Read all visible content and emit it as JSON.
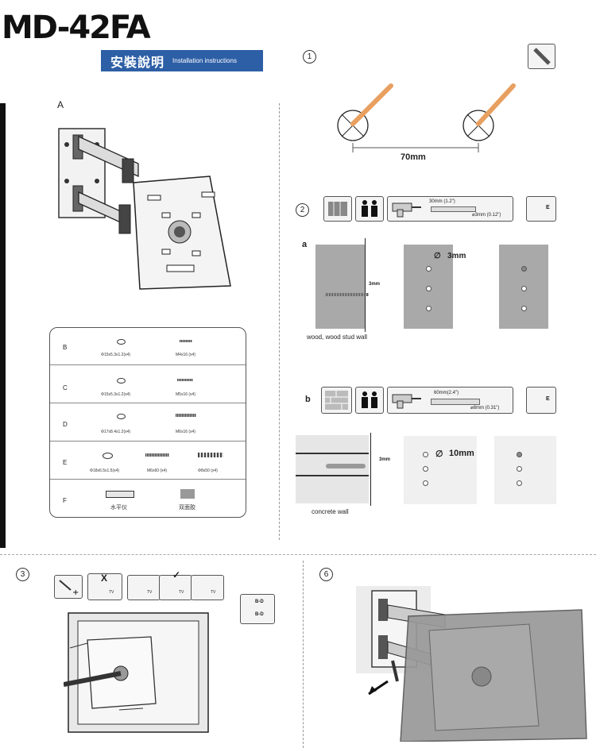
{
  "header": {
    "model": "MD-42FA",
    "title_cn": "安裝說明",
    "title_en": "Installation instructions"
  },
  "section_a": {
    "label": "A"
  },
  "steps": {
    "s1": {
      "num": "1",
      "distance": "70mm"
    },
    "s2": {
      "num": "2",
      "a_label": "a",
      "a_drill_length": "30mm (1.2\")",
      "a_drill_diameter": "⌀3mm (0.12\")",
      "a_callout": "3mm",
      "a_hole": "3mm",
      "a_caption": "wood, wood stud wall",
      "b_label": "b",
      "b_drill_length": "60mm(2.4\")",
      "b_drill_diameter": "⌀8mm (0.31\")",
      "b_callout": "3mm",
      "b_hole": "10mm",
      "b_caption": "concrete wall",
      "tool_letter": "E"
    },
    "s3": {
      "num": "3",
      "ref1": "B-D",
      "ref2": "B-D",
      "cross": "X",
      "check": "✓",
      "tv": "TV"
    },
    "s6": {
      "num": "6"
    }
  },
  "parts": {
    "rows": [
      {
        "letter": "B",
        "item1": "Φ15x5.3x1.2(x4)",
        "item2": "M4x16 (x4)"
      },
      {
        "letter": "C",
        "item1": "Φ15x5.3x1.2(x4)",
        "item2": "M5x16 (x4)"
      },
      {
        "letter": "D",
        "item1": "Φ17x8.4x1.2(x4)",
        "item2": "M6x16 (x4)"
      },
      {
        "letter": "E",
        "item1": "Φ18x6.5x1.5(x4)",
        "item2": "M6x60 (x4)",
        "item3": "Φ8x50 (x4)"
      },
      {
        "letter": "F",
        "item1": "水平仪",
        "item2": "双面胶"
      }
    ]
  }
}
